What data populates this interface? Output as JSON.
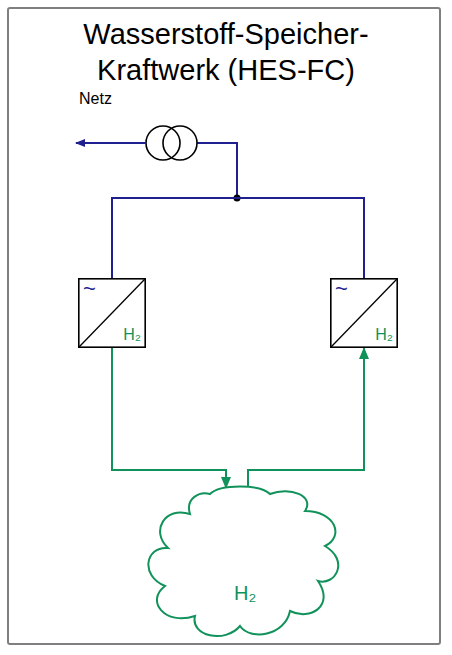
{
  "diagram": {
    "title": "Wasserstoff-Speicher-Kraftwerk (HES-FC)",
    "nodes": [
      {
        "text": [
          "~",
          "H₂"
        ]
      },
      {
        "text": [
          "~",
          "H₂"
        ]
      },
      {
        "text": [
          "H₂"
        ]
      }
    ],
    "edges": [
      {
        "from": 0,
        "to": 1,
        "arrow": "none"
      },
      {
        "from": 0,
        "to": 2,
        "arrow": "to"
      },
      {
        "from": 2,
        "to": 1,
        "arrow": "to"
      }
    ],
    "labels": [
      "Netz"
    ]
  }
}
